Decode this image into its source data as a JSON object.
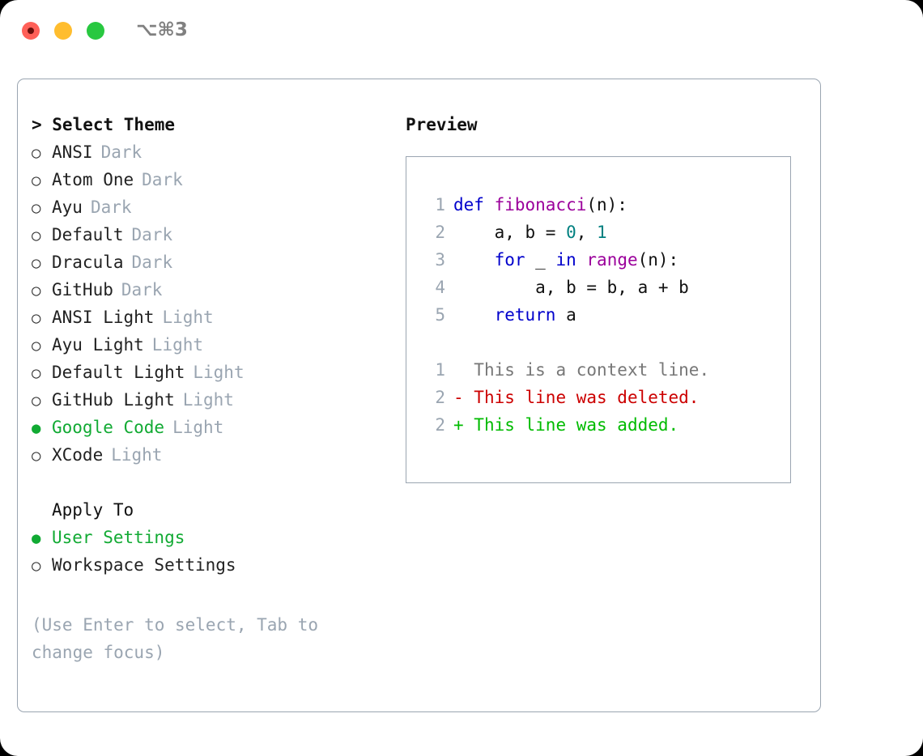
{
  "titlebar": {
    "shortcut": "⌥⌘3",
    "buttons": [
      {
        "name": "close",
        "color": "#ff6058"
      },
      {
        "name": "minimize",
        "color": "#ffbd2e"
      },
      {
        "name": "maximize",
        "color": "#28c840"
      }
    ]
  },
  "theme_section": {
    "header": "> Select Theme",
    "focused": true,
    "options": [
      {
        "bullet": "○",
        "label": "ANSI",
        "kind": "Dark",
        "selected": false
      },
      {
        "bullet": "○",
        "label": "Atom One",
        "kind": "Dark",
        "selected": false
      },
      {
        "bullet": "○",
        "label": "Ayu",
        "kind": "Dark",
        "selected": false
      },
      {
        "bullet": "○",
        "label": "Default",
        "kind": "Dark",
        "selected": false
      },
      {
        "bullet": "○",
        "label": "Dracula",
        "kind": "Dark",
        "selected": false
      },
      {
        "bullet": "○",
        "label": "GitHub",
        "kind": "Dark",
        "selected": false
      },
      {
        "bullet": "○",
        "label": "ANSI Light",
        "kind": "Light",
        "selected": false
      },
      {
        "bullet": "○",
        "label": "Ayu Light",
        "kind": "Light",
        "selected": false
      },
      {
        "bullet": "○",
        "label": "Default Light",
        "kind": "Light",
        "selected": false
      },
      {
        "bullet": "○",
        "label": "GitHub Light",
        "kind": "Light",
        "selected": false
      },
      {
        "bullet": "●",
        "label": "Google Code",
        "kind": "Light",
        "selected": true
      },
      {
        "bullet": "○",
        "label": "XCode",
        "kind": "Light",
        "selected": false
      }
    ]
  },
  "apply_section": {
    "header": "Apply To",
    "focused": false,
    "options": [
      {
        "bullet": "●",
        "label": "User Settings",
        "selected": true
      },
      {
        "bullet": "○",
        "label": "Workspace Settings",
        "selected": false
      }
    ]
  },
  "hint": "(Use Enter to select, Tab to change focus)",
  "preview": {
    "title": "Preview",
    "code_lines": [
      {
        "number": "1",
        "tokens": [
          {
            "text": "def ",
            "type": "kw"
          },
          {
            "text": "fibonacci",
            "type": "fn"
          },
          {
            "text": "(n):",
            "type": "punc"
          }
        ]
      },
      {
        "number": "2",
        "tokens": [
          {
            "text": "    a, b = ",
            "type": "plain"
          },
          {
            "text": "0",
            "type": "num"
          },
          {
            "text": ", ",
            "type": "plain"
          },
          {
            "text": "1",
            "type": "num"
          }
        ]
      },
      {
        "number": "3",
        "tokens": [
          {
            "text": "    ",
            "type": "plain"
          },
          {
            "text": "for",
            "type": "kw"
          },
          {
            "text": " _ ",
            "type": "plain"
          },
          {
            "text": "in",
            "type": "kw"
          },
          {
            "text": " ",
            "type": "plain"
          },
          {
            "text": "range",
            "type": "fn"
          },
          {
            "text": "(n):",
            "type": "punc"
          }
        ]
      },
      {
        "number": "4",
        "tokens": [
          {
            "text": "        a, b = b, a + b",
            "type": "plain"
          }
        ]
      },
      {
        "number": "5",
        "tokens": [
          {
            "text": "    ",
            "type": "plain"
          },
          {
            "text": "return",
            "type": "kw"
          },
          {
            "text": " a",
            "type": "plain"
          }
        ]
      }
    ],
    "diff_lines": [
      {
        "number": "1",
        "marker": " ",
        "text": "This is a context line.",
        "type": "ctx"
      },
      {
        "number": "2",
        "marker": "-",
        "text": "This line was deleted.",
        "type": "del"
      },
      {
        "number": "2",
        "marker": "+",
        "text": "This line was added.",
        "type": "add"
      }
    ]
  },
  "colors": {
    "selected_green": "#11aa33",
    "muted": "#9aa5b1",
    "border": "#9aa5b1",
    "keyword": "#0000cc",
    "function": "#9b009b",
    "number": "#008080",
    "diff_context": "#777777",
    "diff_deleted": "#cc0000",
    "diff_added": "#00bb00"
  }
}
